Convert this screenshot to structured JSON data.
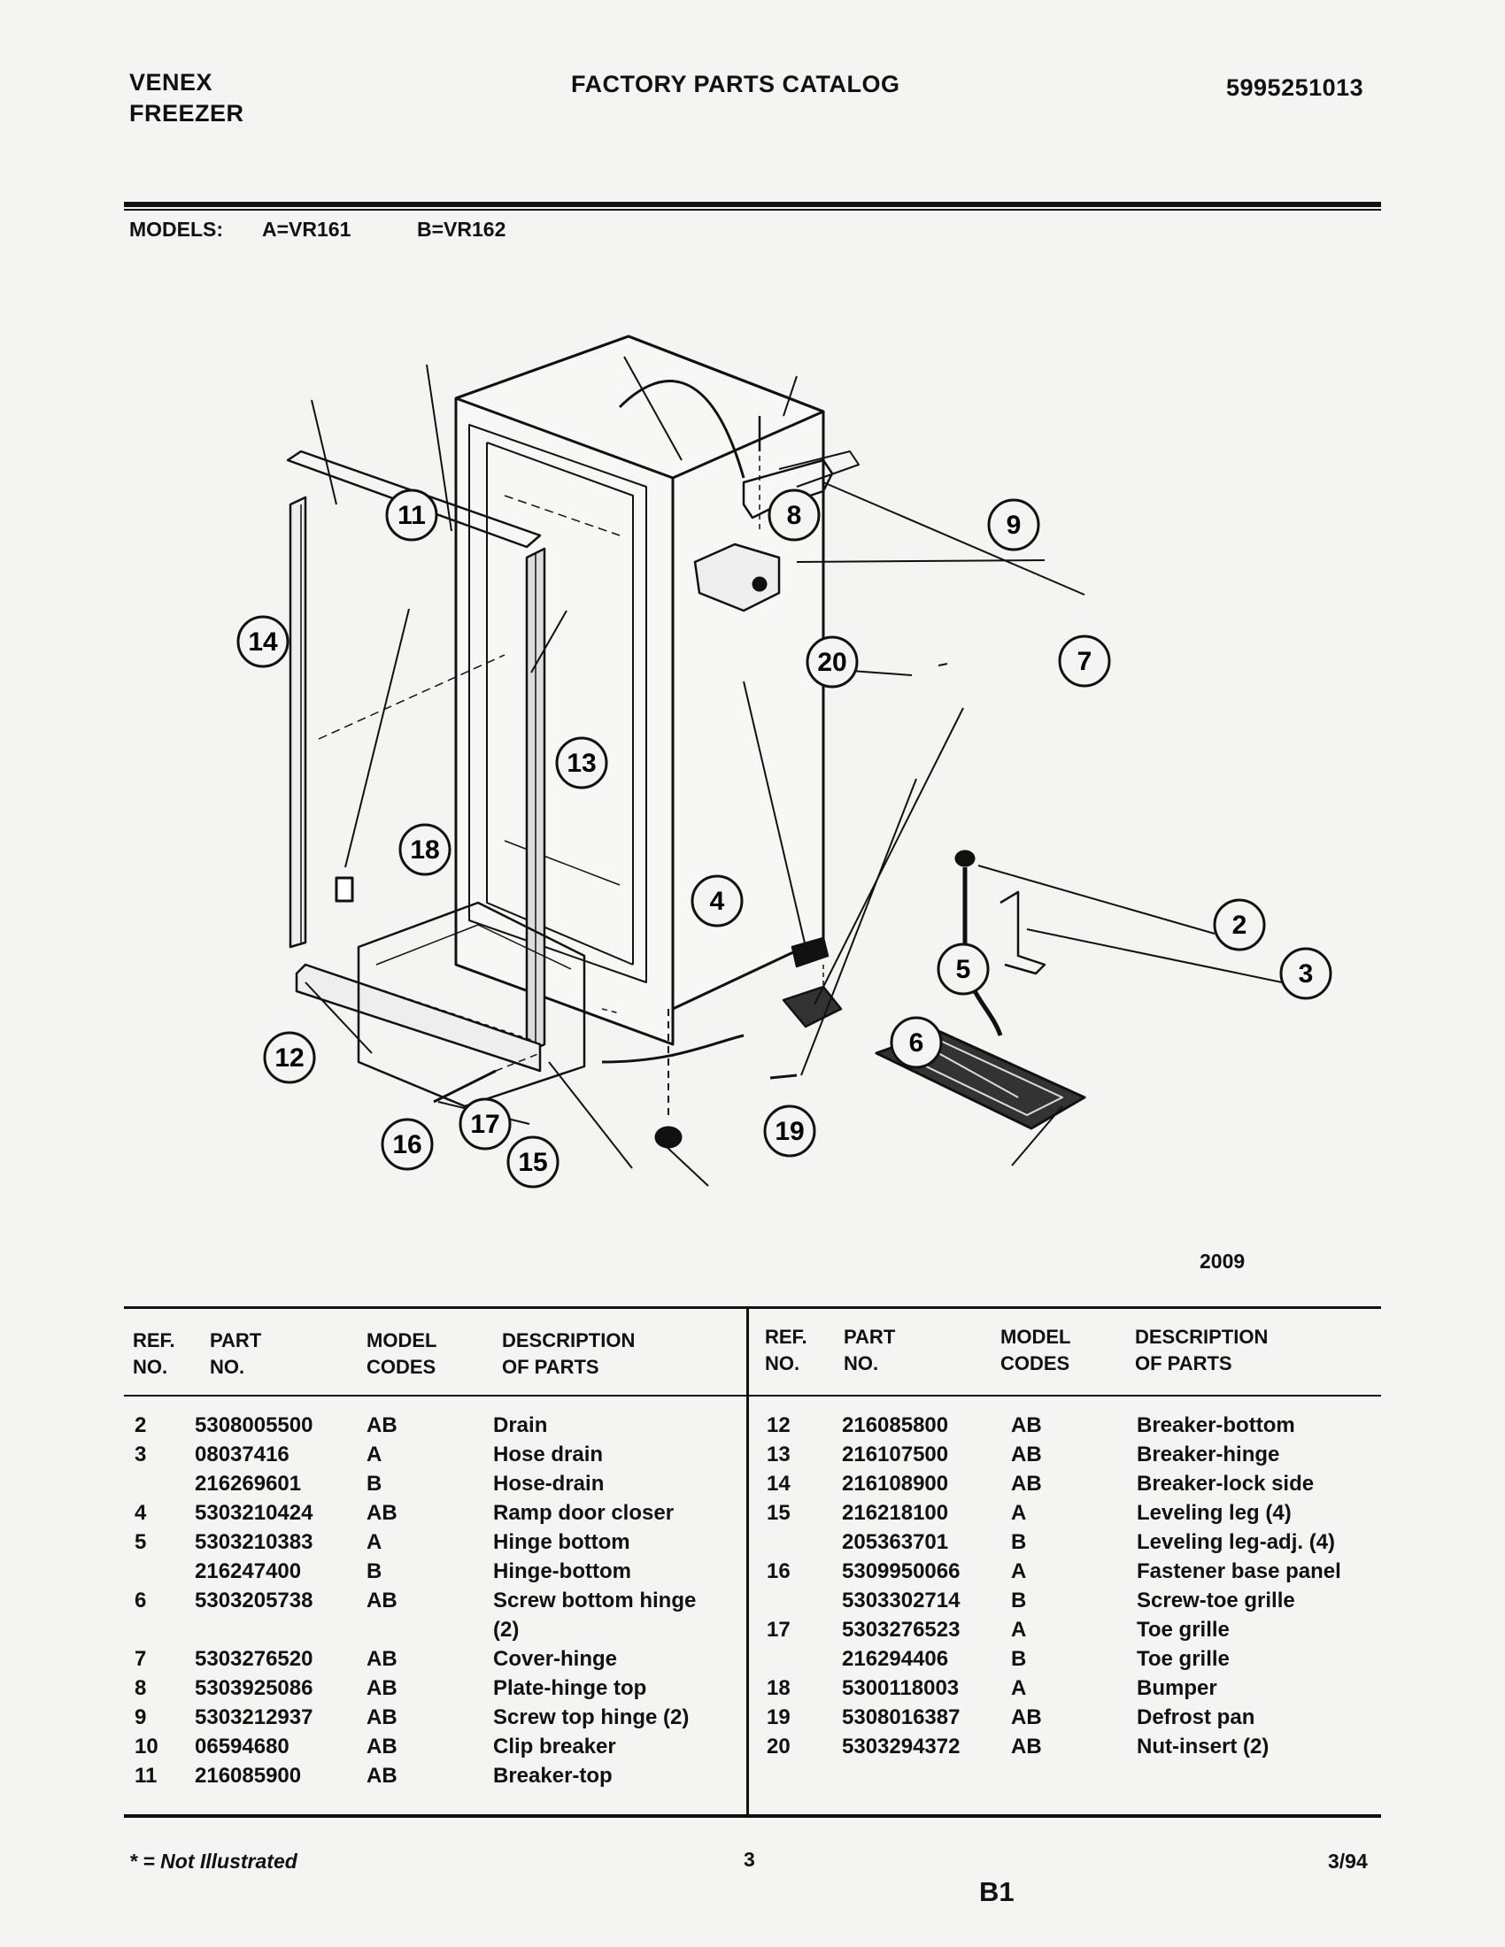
{
  "header": {
    "brand_line1": "VENEX",
    "brand_line2": "FREEZER",
    "title": "FACTORY PARTS CATALOG",
    "catalog_number": "5995251013"
  },
  "models": {
    "label": "MODELS:",
    "model_a": "A=VR161",
    "model_b": "B=VR162"
  },
  "diagram": {
    "callouts": [
      "2",
      "3",
      "4",
      "5",
      "6",
      "7",
      "8",
      "9",
      "11",
      "12",
      "13",
      "14",
      "15",
      "16",
      "17",
      "18",
      "19",
      "20"
    ],
    "code": "2009"
  },
  "table": {
    "headers": {
      "ref_line1": "REF.",
      "ref_line2": "NO.",
      "part_line1": "PART",
      "part_line2": "NO.",
      "model_line1": "MODEL",
      "model_line2": "CODES",
      "desc_line1": "DESCRIPTION",
      "desc_line2": "OF PARTS"
    },
    "left_rows": [
      {
        "ref": "2",
        "part": "5308005500",
        "code": "AB",
        "desc": "Drain"
      },
      {
        "ref": "3",
        "part": "08037416",
        "code": "A",
        "desc": "Hose drain"
      },
      {
        "ref": "",
        "part": "216269601",
        "code": "B",
        "desc": "Hose-drain"
      },
      {
        "ref": "4",
        "part": "5303210424",
        "code": "AB",
        "desc": "Ramp door closer"
      },
      {
        "ref": "5",
        "part": "5303210383",
        "code": "A",
        "desc": "Hinge bottom"
      },
      {
        "ref": "",
        "part": "216247400",
        "code": "B",
        "desc": "Hinge-bottom"
      },
      {
        "ref": "6",
        "part": "5303205738",
        "code": "AB",
        "desc": "Screw bottom hinge"
      },
      {
        "ref": "",
        "part": "",
        "code": "",
        "desc": "(2)"
      },
      {
        "ref": "7",
        "part": "5303276520",
        "code": "AB",
        "desc": "Cover-hinge"
      },
      {
        "ref": "8",
        "part": "5303925086",
        "code": "AB",
        "desc": "Plate-hinge top"
      },
      {
        "ref": "9",
        "part": "5303212937",
        "code": "AB",
        "desc": "Screw top hinge (2)"
      },
      {
        "ref": "10",
        "part": "06594680",
        "code": "AB",
        "desc": "Clip breaker"
      },
      {
        "ref": "11",
        "part": "216085900",
        "code": "AB",
        "desc": "Breaker-top"
      }
    ],
    "right_rows": [
      {
        "ref": "12",
        "part": "216085800",
        "code": "AB",
        "desc": "Breaker-bottom"
      },
      {
        "ref": "13",
        "part": "216107500",
        "code": "AB",
        "desc": "Breaker-hinge"
      },
      {
        "ref": "14",
        "part": "216108900",
        "code": "AB",
        "desc": "Breaker-lock side"
      },
      {
        "ref": "15",
        "part": "216218100",
        "code": "A",
        "desc": "Leveling leg (4)"
      },
      {
        "ref": "",
        "part": "205363701",
        "code": "B",
        "desc": "Leveling leg-adj. (4)"
      },
      {
        "ref": "16",
        "part": "5309950066",
        "code": "A",
        "desc": "Fastener base panel"
      },
      {
        "ref": "",
        "part": "5303302714",
        "code": "B",
        "desc": "Screw-toe grille"
      },
      {
        "ref": "17",
        "part": "5303276523",
        "code": "A",
        "desc": "Toe grille"
      },
      {
        "ref": "",
        "part": "216294406",
        "code": "B",
        "desc": "Toe grille"
      },
      {
        "ref": "18",
        "part": "5300118003",
        "code": "A",
        "desc": "Bumper"
      },
      {
        "ref": "19",
        "part": "5308016387",
        "code": "AB",
        "desc": "Defrost pan"
      },
      {
        "ref": "20",
        "part": "5303294372",
        "code": "AB",
        "desc": "Nut-insert (2)"
      }
    ]
  },
  "footer": {
    "note": "* = Not Illustrated",
    "page": "3",
    "section": "B1",
    "date": "3/94"
  }
}
